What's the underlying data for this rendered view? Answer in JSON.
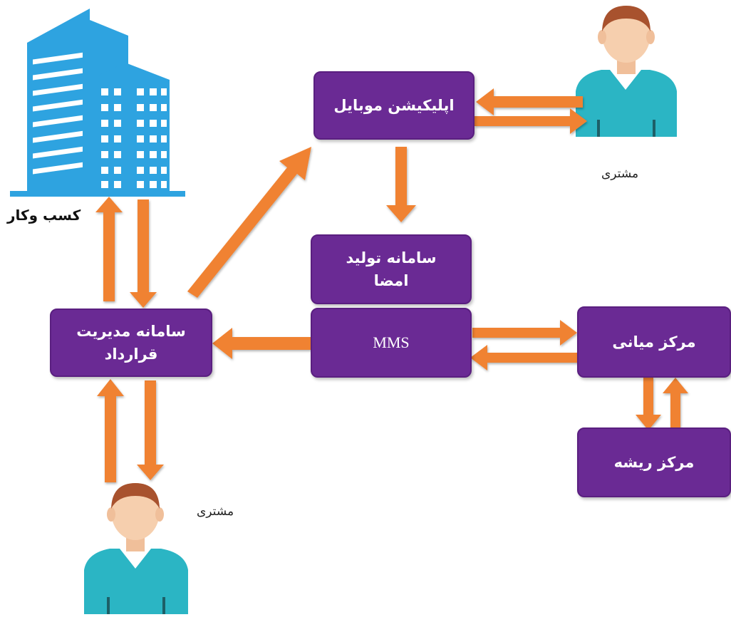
{
  "nodes": {
    "mobile_app": "اپلیکیشن موبایل",
    "signature_line1": "سامانه تولید",
    "signature_line2": "امضا",
    "mms": "MMS",
    "contract_line1": "سامانه مدیریت",
    "contract_line2": "قرارداد",
    "intermediate_center": "مرکز میانی",
    "root_center": "مرکز ریشه"
  },
  "labels": {
    "business": "کسب وکار",
    "customer_top": "مشتری",
    "customer_bottom": "مشتری"
  },
  "colors": {
    "box": "#6a2a94",
    "arrow": "#f08232",
    "building": "#2ea3e0",
    "person_shirt": "#2bb5c4",
    "person_skin": "#f6cfae",
    "person_hair": "#a8522e"
  },
  "icons": [
    "building-icon",
    "customer-icon"
  ]
}
